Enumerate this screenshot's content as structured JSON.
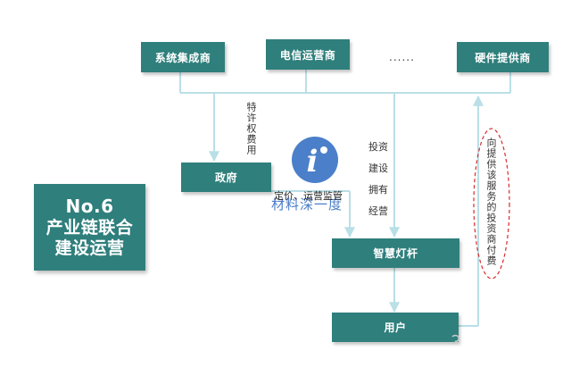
{
  "top_boxes": {
    "system_integrator": "系统集成商",
    "telecom_operator": "电信运营商",
    "hardware_provider": "硬件提供商"
  },
  "ellipsis": "......",
  "title": {
    "line1": "No.6",
    "line2": "产业链联合",
    "line3": "建设运营"
  },
  "government": "政府",
  "smart_pole": "智慧灯杆",
  "user": "用户",
  "franchise_fee": "特许权费用",
  "pricing_supervision": "定价、运营监管",
  "investor_actions": [
    "投资",
    "建设",
    "拥有",
    "经营"
  ],
  "payment_note": "向提供该服务的投资商付费",
  "watermark": {
    "text": "材料深一度",
    "logo_letter": "i"
  },
  "colors": {
    "box_fill": "#2f7f7c",
    "connector": "#b9dfe7",
    "ellipse_dash": "#d92b2b",
    "watermark": "#2b68c0"
  }
}
